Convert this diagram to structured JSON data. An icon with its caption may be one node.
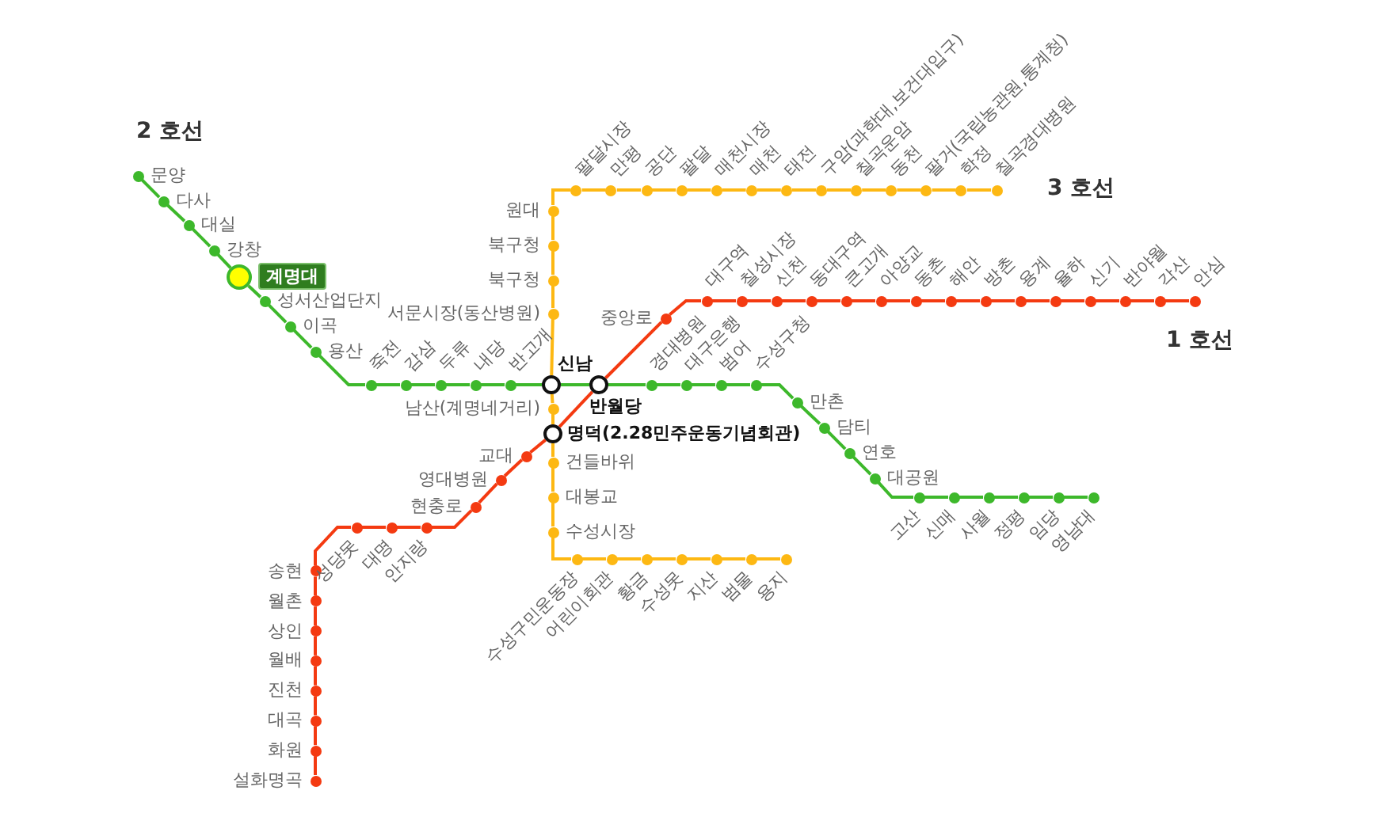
{
  "diagram": {
    "nodes": [
      {
        "text": [],
        "shape": "circle",
        "beside": [
          "문양"
        ]
      },
      {
        "text": [],
        "shape": "circle",
        "beside": [
          "다사"
        ]
      },
      {
        "text": [],
        "shape": "circle",
        "beside": [
          "대실"
        ]
      },
      {
        "text": [],
        "shape": "circle",
        "beside": [
          "강창"
        ]
      },
      {
        "text": [],
        "shape": "circle",
        "beside": [
          "계명대"
        ]
      },
      {
        "text": [],
        "shape": "circle",
        "beside": [
          "성서산업단지"
        ]
      },
      {
        "text": [],
        "shape": "circle",
        "beside": [
          "이곡"
        ]
      },
      {
        "text": [],
        "shape": "circle",
        "beside": [
          "용산"
        ]
      },
      {
        "text": [],
        "shape": "circle",
        "beside": [
          "죽전"
        ]
      },
      {
        "text": [],
        "shape": "circle",
        "beside": [
          "감삼"
        ]
      },
      {
        "text": [],
        "shape": "circle",
        "beside": [
          "두류"
        ]
      },
      {
        "text": [],
        "shape": "circle",
        "beside": [
          "내당"
        ]
      },
      {
        "text": [],
        "shape": "circle",
        "beside": [
          "반고개"
        ]
      },
      {
        "text": [],
        "shape": "circle",
        "beside": [
          "신남"
        ]
      },
      {
        "text": [],
        "shape": "circle",
        "beside": [
          "반월당"
        ]
      },
      {
        "text": [],
        "shape": "circle",
        "beside": [
          "경대병원"
        ]
      },
      {
        "text": [],
        "shape": "circle",
        "beside": [
          "대구은행"
        ]
      },
      {
        "text": [],
        "shape": "circle",
        "beside": [
          "범어"
        ]
      },
      {
        "text": [],
        "shape": "circle",
        "beside": [
          "수성구청"
        ]
      },
      {
        "text": [],
        "shape": "circle",
        "beside": [
          "만촌"
        ]
      },
      {
        "text": [],
        "shape": "circle",
        "beside": [
          "담티"
        ]
      },
      {
        "text": [],
        "shape": "circle",
        "beside": [
          "연호"
        ]
      },
      {
        "text": [],
        "shape": "circle",
        "beside": [
          "대공원"
        ]
      },
      {
        "text": [],
        "shape": "circle",
        "beside": [
          "고산"
        ]
      },
      {
        "text": [],
        "shape": "circle",
        "beside": [
          "신매"
        ]
      },
      {
        "text": [],
        "shape": "circle",
        "beside": [
          "사월"
        ]
      },
      {
        "text": [],
        "shape": "circle",
        "beside": [
          "정평"
        ]
      },
      {
        "text": [],
        "shape": "circle",
        "beside": [
          "임당"
        ]
      },
      {
        "text": [],
        "shape": "circle",
        "beside": [
          "영남대"
        ]
      },
      {
        "text": [],
        "shape": "circle",
        "beside": [
          "칠곡경대병원"
        ]
      },
      {
        "text": [],
        "shape": "circle",
        "beside": [
          "학정"
        ]
      },
      {
        "text": [],
        "shape": "circle",
        "beside": [
          "팔거(국립농관원,통계청)"
        ]
      },
      {
        "text": [],
        "shape": "circle",
        "beside": [
          "동천"
        ]
      },
      {
        "text": [],
        "shape": "circle",
        "beside": [
          "칠곡운암"
        ]
      },
      {
        "text": [],
        "shape": "circle",
        "beside": [
          "구암(과학대,보건대입구)"
        ]
      },
      {
        "text": [],
        "shape": "circle",
        "beside": [
          "태전"
        ]
      },
      {
        "text": [],
        "shape": "circle",
        "beside": [
          "매천"
        ]
      },
      {
        "text": [],
        "shape": "circle",
        "beside": [
          "매천시장"
        ]
      },
      {
        "text": [],
        "shape": "circle",
        "beside": [
          "팔달"
        ]
      },
      {
        "text": [],
        "shape": "circle",
        "beside": [
          "공단"
        ]
      },
      {
        "text": [],
        "shape": "circle",
        "beside": [
          "만평"
        ]
      },
      {
        "text": [],
        "shape": "circle",
        "beside": [
          "팔달시장"
        ]
      },
      {
        "text": [],
        "shape": "circle",
        "beside": [
          "원대"
        ]
      },
      {
        "text": [],
        "shape": "circle",
        "beside": [
          "북구청"
        ]
      },
      {
        "text": [],
        "shape": "circle",
        "beside": [
          "북구청"
        ]
      },
      {
        "text": [],
        "shape": "circle",
        "beside": [
          "서문시장(동산병원)"
        ]
      },
      {
        "text": [],
        "shape": "circle",
        "beside": [
          "남산(계명네거리)"
        ]
      },
      {
        "text": [],
        "shape": "circle",
        "beside": [
          "명덕(2.28민주운동기념회관)"
        ]
      },
      {
        "text": [],
        "shape": "circle",
        "beside": [
          "건들바위"
        ]
      },
      {
        "text": [],
        "shape": "circle",
        "beside": [
          "대봉교"
        ]
      },
      {
        "text": [],
        "shape": "circle",
        "beside": [
          "수성시장"
        ]
      },
      {
        "text": [],
        "shape": "circle",
        "beside": [
          "수성구민운동장"
        ]
      },
      {
        "text": [],
        "shape": "circle",
        "beside": [
          "어린이회관"
        ]
      },
      {
        "text": [],
        "shape": "circle",
        "beside": [
          "황금"
        ]
      },
      {
        "text": [],
        "shape": "circle",
        "beside": [
          "수성못"
        ]
      },
      {
        "text": [],
        "shape": "circle",
        "beside": [
          "지산"
        ]
      },
      {
        "text": [],
        "shape": "circle",
        "beside": [
          "범물"
        ]
      },
      {
        "text": [],
        "shape": "circle",
        "beside": [
          "용지"
        ]
      },
      {
        "text": [],
        "shape": "circle",
        "beside": [
          "설화명곡"
        ]
      },
      {
        "text": [],
        "shape": "circle",
        "beside": [
          "화원"
        ]
      },
      {
        "text": [],
        "shape": "circle",
        "beside": [
          "대곡"
        ]
      },
      {
        "text": [],
        "shape": "circle",
        "beside": [
          "진천"
        ]
      },
      {
        "text": [],
        "shape": "circle",
        "beside": [
          "월배"
        ]
      },
      {
        "text": [],
        "shape": "circle",
        "beside": [
          "상인"
        ]
      },
      {
        "text": [],
        "shape": "circle",
        "beside": [
          "월촌"
        ]
      },
      {
        "text": [],
        "shape": "circle",
        "beside": [
          "송현"
        ]
      },
      {
        "text": [],
        "shape": "circle",
        "beside": [
          "성당못"
        ]
      },
      {
        "text": [],
        "shape": "circle",
        "beside": [
          "대명"
        ]
      },
      {
        "text": [],
        "shape": "circle",
        "beside": [
          "안지랑"
        ]
      },
      {
        "text": [],
        "shape": "circle",
        "beside": [
          "현충로"
        ]
      },
      {
        "text": [],
        "shape": "circle",
        "beside": [
          "영대병원"
        ]
      },
      {
        "text": [],
        "shape": "circle",
        "beside": [
          "교대"
        ]
      },
      {
        "text": [],
        "shape": "circle",
        "beside": [
          "중앙로"
        ]
      },
      {
        "text": [],
        "shape": "circle",
        "beside": [
          "대구역"
        ]
      },
      {
        "text": [],
        "shape": "circle",
        "beside": [
          "칠성시장"
        ]
      },
      {
        "text": [],
        "shape": "circle",
        "beside": [
          "신천"
        ]
      },
      {
        "text": [],
        "shape": "circle",
        "beside": [
          "동대구역"
        ]
      },
      {
        "text": [],
        "shape": "circle",
        "beside": [
          "큰고개"
        ]
      },
      {
        "text": [],
        "shape": "circle",
        "beside": [
          "아양교"
        ]
      },
      {
        "text": [],
        "shape": "circle",
        "beside": [
          "동촌"
        ]
      },
      {
        "text": [],
        "shape": "circle",
        "beside": [
          "해안"
        ]
      },
      {
        "text": [],
        "shape": "circle",
        "beside": [
          "방촌"
        ]
      },
      {
        "text": [],
        "shape": "circle",
        "beside": [
          "용계"
        ]
      },
      {
        "text": [],
        "shape": "circle",
        "beside": [
          "율하"
        ]
      },
      {
        "text": [],
        "shape": "circle",
        "beside": [
          "신기"
        ]
      },
      {
        "text": [],
        "shape": "circle",
        "beside": [
          "반야월"
        ]
      },
      {
        "text": [],
        "shape": "circle",
        "beside": [
          "각산"
        ]
      },
      {
        "text": [],
        "shape": "circle",
        "beside": [
          "안심"
        ]
      }
    ],
    "edges": [
      {
        "from": 0,
        "to": 1,
        "arrow": "none",
        "color": "#3db82b"
      },
      {
        "from": 1,
        "to": 2,
        "arrow": "none",
        "color": "#3db82b"
      },
      {
        "from": 2,
        "to": 3,
        "arrow": "none",
        "color": "#3db82b"
      },
      {
        "from": 3,
        "to": 4,
        "arrow": "none",
        "color": "#3db82b"
      },
      {
        "from": 4,
        "to": 5,
        "arrow": "none",
        "color": "#3db82b"
      },
      {
        "from": 5,
        "to": 6,
        "arrow": "none",
        "color": "#3db82b"
      },
      {
        "from": 6,
        "to": 7,
        "arrow": "none",
        "color": "#3db82b"
      },
      {
        "from": 7,
        "to": 8,
        "arrow": "none",
        "color": "#3db82b"
      },
      {
        "from": 8,
        "to": 9,
        "arrow": "none",
        "color": "#3db82b"
      },
      {
        "from": 9,
        "to": 10,
        "arrow": "none",
        "color": "#3db82b"
      },
      {
        "from": 10,
        "to": 11,
        "arrow": "none",
        "color": "#3db82b"
      },
      {
        "from": 11,
        "to": 12,
        "arrow": "none",
        "color": "#3db82b"
      },
      {
        "from": 12,
        "to": 13,
        "arrow": "none",
        "color": "#3db82b"
      },
      {
        "from": 13,
        "to": 14,
        "arrow": "none",
        "color": "#3db82b"
      },
      {
        "from": 14,
        "to": 15,
        "arrow": "none",
        "color": "#3db82b"
      },
      {
        "from": 15,
        "to": 16,
        "arrow": "none",
        "color": "#3db82b"
      },
      {
        "from": 16,
        "to": 17,
        "arrow": "none",
        "color": "#3db82b"
      },
      {
        "from": 17,
        "to": 18,
        "arrow": "none",
        "color": "#3db82b"
      },
      {
        "from": 18,
        "to": 19,
        "arrow": "none",
        "color": "#3db82b"
      },
      {
        "from": 19,
        "to": 20,
        "arrow": "none",
        "color": "#3db82b"
      },
      {
        "from": 20,
        "to": 21,
        "arrow": "none",
        "color": "#3db82b"
      },
      {
        "from": 21,
        "to": 22,
        "arrow": "none",
        "color": "#3db82b"
      },
      {
        "from": 22,
        "to": 23,
        "arrow": "none",
        "color": "#3db82b"
      },
      {
        "from": 23,
        "to": 24,
        "arrow": "none",
        "color": "#3db82b"
      },
      {
        "from": 24,
        "to": 25,
        "arrow": "none",
        "color": "#3db82b"
      },
      {
        "from": 25,
        "to": 26,
        "arrow": "none",
        "color": "#3db82b"
      },
      {
        "from": 26,
        "to": 27,
        "arrow": "none",
        "color": "#3db82b"
      },
      {
        "from": 27,
        "to": 28,
        "arrow": "none",
        "color": "#3db82b"
      },
      {
        "from": 29,
        "to": 30,
        "arrow": "none",
        "color": "#fdb813"
      },
      {
        "from": 30,
        "to": 31,
        "arrow": "none",
        "color": "#fdb813"
      },
      {
        "from": 31,
        "to": 32,
        "arrow": "none",
        "color": "#fdb813"
      },
      {
        "from": 32,
        "to": 33,
        "arrow": "none",
        "color": "#fdb813"
      },
      {
        "from": 33,
        "to": 34,
        "arrow": "none",
        "color": "#fdb813"
      },
      {
        "from": 34,
        "to": 35,
        "arrow": "none",
        "color": "#fdb813"
      },
      {
        "from": 35,
        "to": 36,
        "arrow": "none",
        "color": "#fdb813"
      },
      {
        "from": 36,
        "to": 37,
        "arrow": "none",
        "color": "#fdb813"
      },
      {
        "from": 37,
        "to": 38,
        "arrow": "none",
        "color": "#fdb813"
      },
      {
        "from": 38,
        "to": 39,
        "arrow": "none",
        "color": "#fdb813"
      },
      {
        "from": 39,
        "to": 40,
        "arrow": "none",
        "color": "#fdb813"
      },
      {
        "from": 40,
        "to": 41,
        "arrow": "none",
        "color": "#fdb813"
      },
      {
        "from": 41,
        "to": 42,
        "arrow": "none",
        "color": "#fdb813"
      },
      {
        "from": 42,
        "to": 43,
        "arrow": "none",
        "color": "#fdb813"
      },
      {
        "from": 43,
        "to": 44,
        "arrow": "none",
        "color": "#fdb813"
      },
      {
        "from": 44,
        "to": 45,
        "arrow": "none",
        "color": "#fdb813"
      },
      {
        "from": 45,
        "to": 13,
        "arrow": "none",
        "color": "#fdb813"
      },
      {
        "from": 13,
        "to": 46,
        "arrow": "none",
        "color": "#fdb813"
      },
      {
        "from": 46,
        "to": 47,
        "arrow": "none",
        "color": "#fdb813"
      },
      {
        "from": 47,
        "to": 48,
        "arrow": "none",
        "color": "#fdb813"
      },
      {
        "from": 48,
        "to": 49,
        "arrow": "none",
        "color": "#fdb813"
      },
      {
        "from": 49,
        "to": 50,
        "arrow": "none",
        "color": "#fdb813"
      },
      {
        "from": 50,
        "to": 51,
        "arrow": "none",
        "color": "#fdb813"
      },
      {
        "from": 51,
        "to": 52,
        "arrow": "none",
        "color": "#fdb813"
      },
      {
        "from": 52,
        "to": 53,
        "arrow": "none",
        "color": "#fdb813"
      },
      {
        "from": 53,
        "to": 54,
        "arrow": "none",
        "color": "#fdb813"
      },
      {
        "from": 54,
        "to": 55,
        "arrow": "none",
        "color": "#fdb813"
      },
      {
        "from": 55,
        "to": 56,
        "arrow": "none",
        "color": "#fdb813"
      },
      {
        "from": 56,
        "to": 57,
        "arrow": "none",
        "color": "#fdb813"
      },
      {
        "from": 58,
        "to": 59,
        "arrow": "none",
        "color": "#f43a11"
      },
      {
        "from": 59,
        "to": 60,
        "arrow": "none",
        "color": "#f43a11"
      },
      {
        "from": 60,
        "to": 61,
        "arrow": "none",
        "color": "#f43a11"
      },
      {
        "from": 61,
        "to": 62,
        "arrow": "none",
        "color": "#f43a11"
      },
      {
        "from": 62,
        "to": 63,
        "arrow": "none",
        "color": "#f43a11"
      },
      {
        "from": 63,
        "to": 64,
        "arrow": "none",
        "color": "#f43a11"
      },
      {
        "from": 64,
        "to": 65,
        "arrow": "none",
        "color": "#f43a11"
      },
      {
        "from": 65,
        "to": 66,
        "arrow": "none",
        "color": "#f43a11"
      },
      {
        "from": 66,
        "to": 67,
        "arrow": "none",
        "color": "#f43a11"
      },
      {
        "from": 67,
        "to": 68,
        "arrow": "none",
        "color": "#f43a11"
      },
      {
        "from": 68,
        "to": 69,
        "arrow": "none",
        "color": "#f43a11"
      },
      {
        "from": 69,
        "to": 70,
        "arrow": "none",
        "color": "#f43a11"
      },
      {
        "from": 70,
        "to": 71,
        "arrow": "none",
        "color": "#f43a11"
      },
      {
        "from": 71,
        "to": 47,
        "arrow": "none",
        "color": "#f43a11"
      },
      {
        "from": 47,
        "to": 14,
        "arrow": "none",
        "color": "#f43a11"
      },
      {
        "from": 14,
        "to": 72,
        "arrow": "none",
        "color": "#f43a11"
      },
      {
        "from": 72,
        "to": 73,
        "arrow": "none",
        "color": "#f43a11"
      },
      {
        "from": 73,
        "to": 74,
        "arrow": "none",
        "color": "#f43a11"
      },
      {
        "from": 74,
        "to": 75,
        "arrow": "none",
        "color": "#f43a11"
      },
      {
        "from": 75,
        "to": 76,
        "arrow": "none",
        "color": "#f43a11"
      },
      {
        "from": 76,
        "to": 77,
        "arrow": "none",
        "color": "#f43a11"
      },
      {
        "from": 77,
        "to": 78,
        "arrow": "none",
        "color": "#f43a11"
      },
      {
        "from": 78,
        "to": 79,
        "arrow": "none",
        "color": "#f43a11"
      },
      {
        "from": 79,
        "to": 80,
        "arrow": "none",
        "color": "#f43a11"
      },
      {
        "from": 80,
        "to": 81,
        "arrow": "none",
        "color": "#f43a11"
      },
      {
        "from": 81,
        "to": 82,
        "arrow": "none",
        "color": "#f43a11"
      },
      {
        "from": 82,
        "to": 83,
        "arrow": "none",
        "color": "#f43a11"
      },
      {
        "from": 83,
        "to": 84,
        "arrow": "none",
        "color": "#f43a11"
      },
      {
        "from": 84,
        "to": 85,
        "arrow": "none",
        "color": "#f43a11"
      },
      {
        "from": 85,
        "to": 86,
        "arrow": "none",
        "color": "#f43a11"
      },
      {
        "from": 86,
        "to": 87,
        "arrow": "none",
        "color": "#f43a11"
      }
    ],
    "labels": [
      "2 호선",
      "3 호선",
      "1 호선"
    ]
  }
}
